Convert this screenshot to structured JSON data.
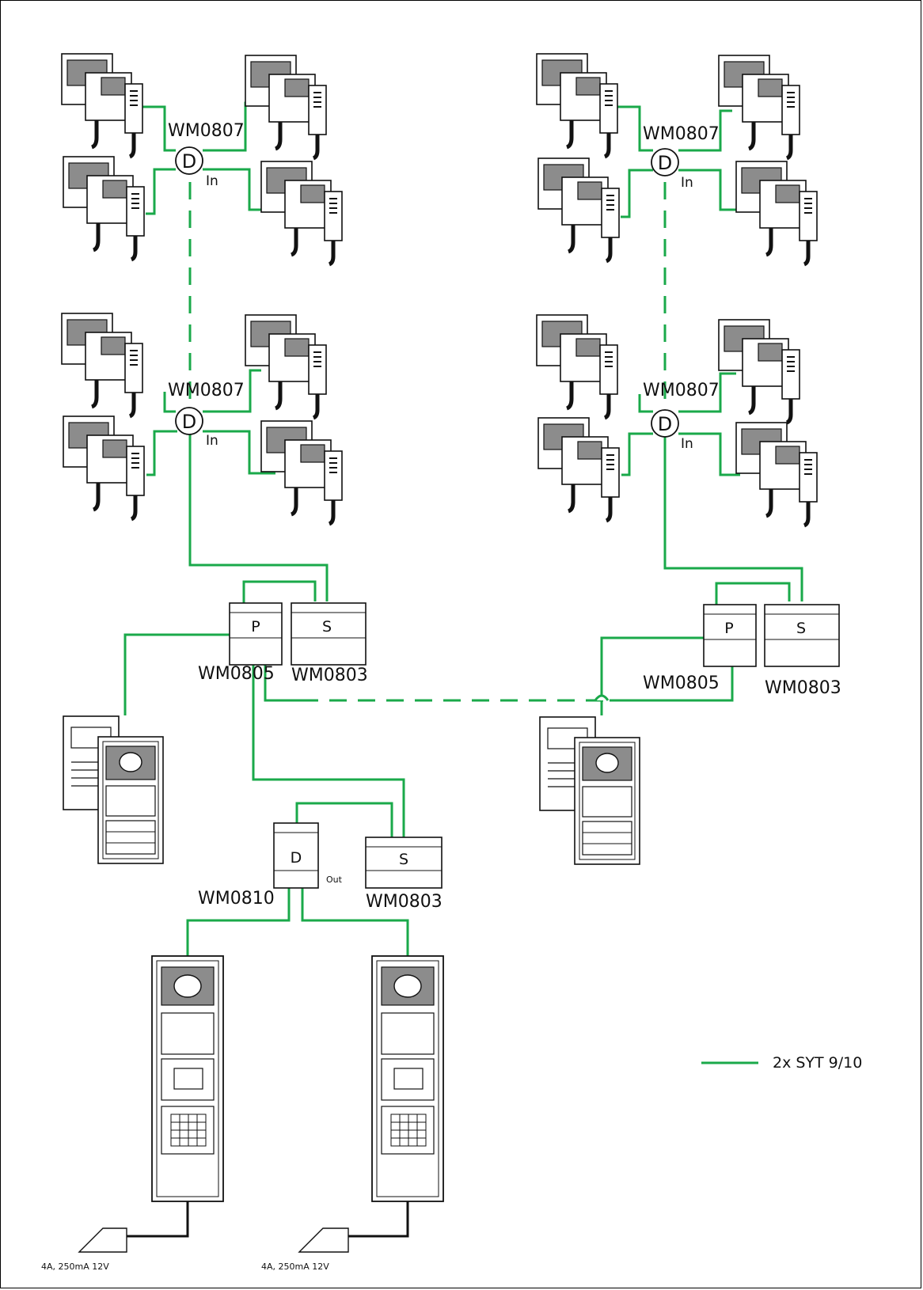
{
  "distributor_label": "WM0807",
  "distributor_letter": "D",
  "in_label": "In",
  "psu_letter": "P",
  "psu_label": "WM0805",
  "switch_letter": "S",
  "switch_label": "WM0803",
  "door_dist_letter": "D",
  "door_dist_label": "WM0810",
  "out_label": "Out",
  "power_label": "4A, 250mA  12V",
  "legend_label": "2x SYT 9/10",
  "colors": {
    "wire": "#1aa94a",
    "line": "#111111",
    "screen": "#8c8c8c"
  }
}
